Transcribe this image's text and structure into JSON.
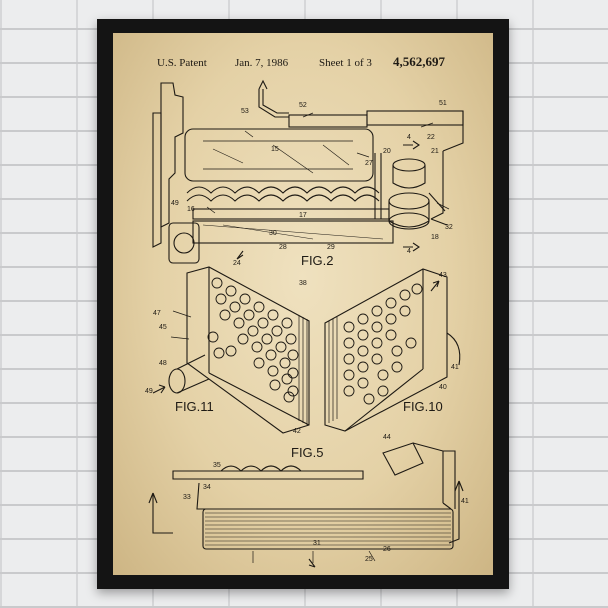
{
  "header": {
    "title": "U.S. Patent",
    "date": "Jan. 7, 1986",
    "sheet": "Sheet 1 of 3",
    "number": "4,562,697"
  },
  "figures": {
    "fig2": "FIG.2",
    "fig11": "FIG.11",
    "fig10": "FIG.10",
    "fig5": "FIG.5"
  },
  "refs": {
    "r51": "51",
    "r52": "52",
    "r53": "53",
    "r4a": "4",
    "r22": "22",
    "r20": "20",
    "r21": "21",
    "r15": "15",
    "r27": "27",
    "r16": "16",
    "r49": "49",
    "r17": "17",
    "r30": "30",
    "r28": "28",
    "r29": "29",
    "r24": "24",
    "r4b": "4",
    "r32": "32",
    "r18": "18",
    "r47": "47",
    "r45": "45",
    "r48": "48",
    "r49b": "49",
    "r42": "42",
    "r43": "43",
    "r41": "41",
    "r40": "40",
    "r44": "44",
    "r38": "38",
    "r35": "35",
    "r34": "34",
    "r33": "33",
    "r25": "25",
    "r26": "26",
    "r41b": "41",
    "r31": "31"
  },
  "colors": {
    "ink": "#1e1a14",
    "paper": "#e4d1a6",
    "frame": "#141414",
    "wall": "#ecedee"
  }
}
